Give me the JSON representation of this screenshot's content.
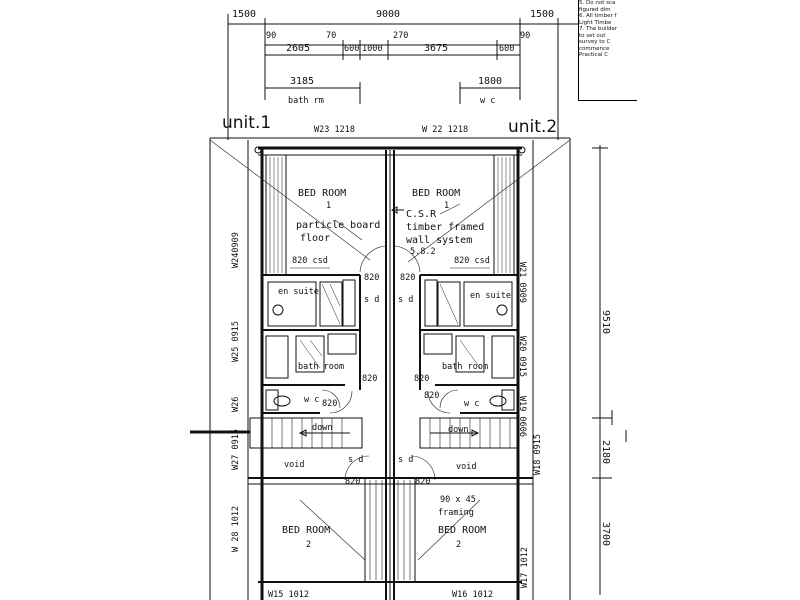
{
  "notes": [
    "5. Do not sca",
    "figured dim",
    "6. All timber f",
    "Light Timbe",
    "7. The builder",
    "to set out",
    "survey to C",
    "commence",
    "Practical C"
  ],
  "dims": {
    "top": [
      "1500",
      "9000",
      "1500"
    ],
    "row2": [
      "90",
      "70",
      "270",
      "90"
    ],
    "row3": [
      "2605",
      "600",
      "1000",
      "3675",
      "600"
    ],
    "row4": [
      "3185",
      "1800"
    ],
    "row4_labels": [
      "bath rm",
      "w c"
    ],
    "right": [
      "9510",
      "2180",
      "3700"
    ]
  },
  "units": [
    "unit.1",
    "unit.2"
  ],
  "windows": {
    "w23": "W23 1218",
    "w22": "W 22 1218",
    "w24": "W240909",
    "w25": "W25 0915",
    "w26": "W26",
    "w27": "W27 0915",
    "w28": "W 28 1012",
    "w21": "W21 0909",
    "w20": "W20 0915",
    "w19": "W19 0606",
    "w18": "W18 0915",
    "w17": "W17 1012",
    "w15": "W15 1012",
    "w16": "W16 1012"
  },
  "rooms": {
    "bedroom": "BED ROOM",
    "bed_no1": "1",
    "bed_no2": "2",
    "en_suite": "en suite",
    "bath_room": "bath room",
    "wc": "w c",
    "down": "down",
    "void": "void"
  },
  "annotations": {
    "particle1": "particle board",
    "particle2": "floor",
    "csr1": "C.S.R",
    "csr2": "timber framed",
    "csr3": "wall system",
    "csr4": "5.8.2",
    "csd820": "820 csd",
    "d820": "820",
    "sd": "s d",
    "framing1": "90 x 45",
    "framing2": "framing"
  }
}
